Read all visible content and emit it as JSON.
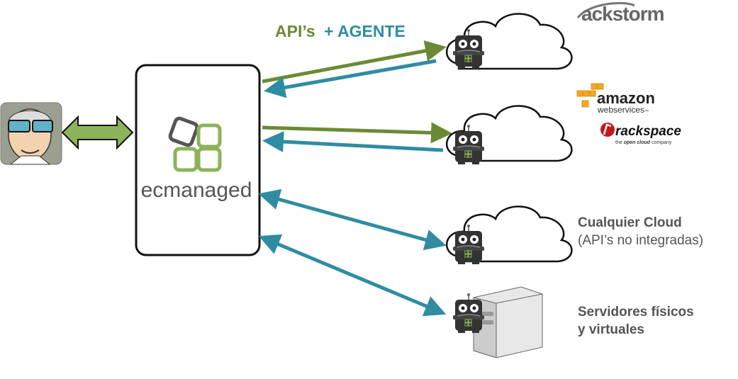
{
  "title": {
    "part1": "API’s",
    "part2": "+ AGENTE"
  },
  "center": {
    "logo_text": "ecmanaged"
  },
  "providers": {
    "ackstorm": "ackstorm",
    "amazon": {
      "name": "amazon",
      "sub": "webservices",
      "tm": "™"
    },
    "rackspace": {
      "name": "rackspace",
      "tagline_pre": "the",
      "tagline_bold": "open cloud",
      "tagline_post": "company"
    }
  },
  "targets": {
    "any_cloud": {
      "line1": "Cualquier Cloud",
      "line2": "(API’s no integradas)"
    },
    "servers": {
      "line1": "Servidores físicos",
      "line2": "y virtuales"
    }
  },
  "colors": {
    "green": "#6b8a35",
    "teal": "#2f8ca3",
    "light_green": "#8db35a",
    "gray": "#555555"
  },
  "icons": [
    "admin-avatar-icon",
    "cloud-icon",
    "robot-agent-icon",
    "server-tower-icon"
  ]
}
